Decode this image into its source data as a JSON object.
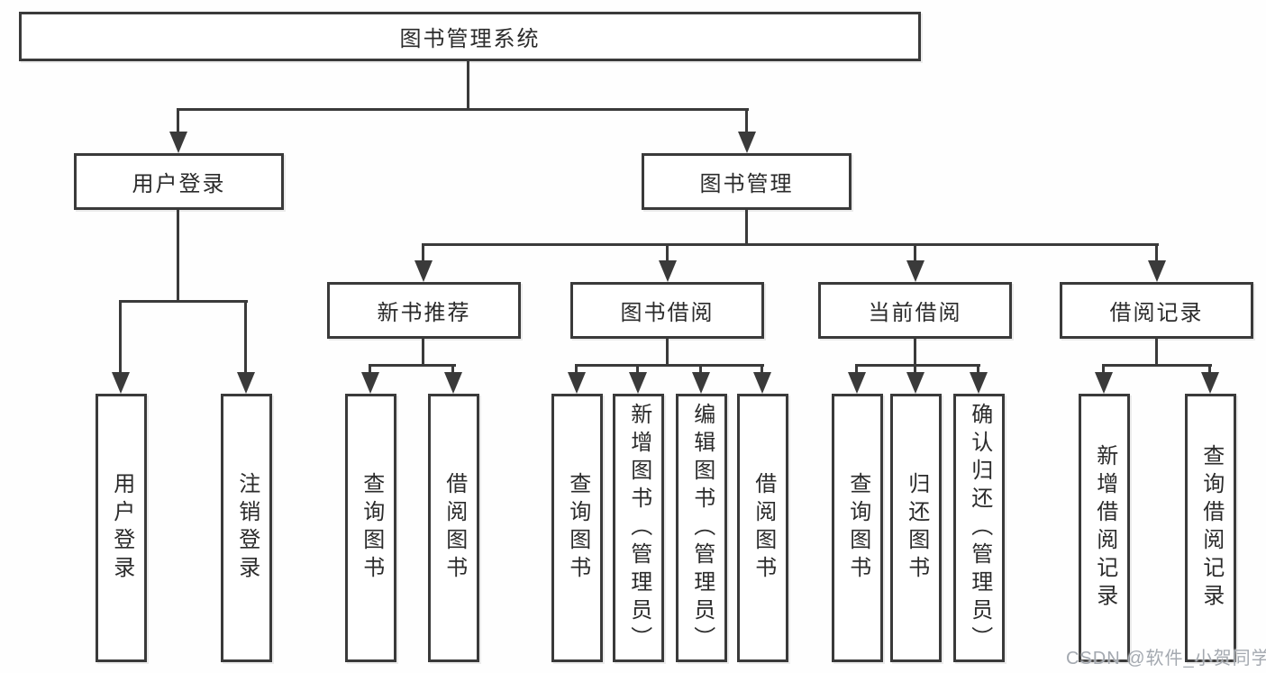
{
  "diagram": {
    "type": "hierarchy-tree",
    "watermark": "CSDN @软件_小贺同学",
    "colors": {
      "line": "#3a3a3a",
      "border": "#3a3a3a",
      "text": "#2b2b2b",
      "background": "#ffffff",
      "watermark": "#a4a9b0"
    },
    "nodes": {
      "root": {
        "label": "图书管理系统"
      },
      "user_login": {
        "label": "用户登录"
      },
      "book_mgmt": {
        "label": "图书管理"
      },
      "new_book_rec": {
        "label": "新书推荐"
      },
      "book_borrow": {
        "label": "图书借阅"
      },
      "current_borrow": {
        "label": "当前借阅"
      },
      "borrow_record": {
        "label": "借阅记录"
      },
      "leaf_user_login": {
        "label": "用户登录"
      },
      "leaf_logout": {
        "label": "注销登录"
      },
      "leaf_query_book_1": {
        "label": "查询图书"
      },
      "leaf_borrow_book_1": {
        "label": "借阅图书"
      },
      "leaf_query_book_2": {
        "label": "查询图书"
      },
      "leaf_add_book": {
        "label": "新增图书（管理员）"
      },
      "leaf_edit_book": {
        "label": "编辑图书（管理员）"
      },
      "leaf_borrow_book_2": {
        "label": "借阅图书"
      },
      "leaf_query_book_3": {
        "label": "查询图书"
      },
      "leaf_return_book": {
        "label": "归还图书"
      },
      "leaf_confirm_return": {
        "label": "确认归还（管理员）"
      },
      "leaf_add_record": {
        "label": "新增借阅记录"
      },
      "leaf_query_record": {
        "label": "查询借阅记录"
      }
    },
    "edges": [
      {
        "from": "root",
        "to": "user_login"
      },
      {
        "from": "root",
        "to": "book_mgmt"
      },
      {
        "from": "user_login",
        "to": "leaf_user_login"
      },
      {
        "from": "user_login",
        "to": "leaf_logout"
      },
      {
        "from": "book_mgmt",
        "to": "new_book_rec"
      },
      {
        "from": "book_mgmt",
        "to": "book_borrow"
      },
      {
        "from": "book_mgmt",
        "to": "current_borrow"
      },
      {
        "from": "book_mgmt",
        "to": "borrow_record"
      },
      {
        "from": "new_book_rec",
        "to": "leaf_query_book_1"
      },
      {
        "from": "new_book_rec",
        "to": "leaf_borrow_book_1"
      },
      {
        "from": "book_borrow",
        "to": "leaf_query_book_2"
      },
      {
        "from": "book_borrow",
        "to": "leaf_add_book"
      },
      {
        "from": "book_borrow",
        "to": "leaf_edit_book"
      },
      {
        "from": "book_borrow",
        "to": "leaf_borrow_book_2"
      },
      {
        "from": "current_borrow",
        "to": "leaf_query_book_3"
      },
      {
        "from": "current_borrow",
        "to": "leaf_return_book"
      },
      {
        "from": "current_borrow",
        "to": "leaf_confirm_return"
      },
      {
        "from": "borrow_record",
        "to": "leaf_add_record"
      },
      {
        "from": "borrow_record",
        "to": "leaf_query_record"
      }
    ]
  }
}
